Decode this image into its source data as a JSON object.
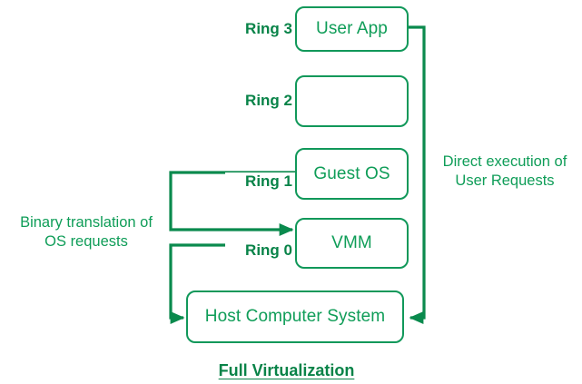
{
  "diagram": {
    "title": "Full Virtualization",
    "accent_color": "#0f9d58",
    "label_color": "#088348",
    "background_color": "#ffffff",
    "rings": [
      {
        "label": "Ring 3",
        "box_label": "User App"
      },
      {
        "label": "Ring 2",
        "box_label": ""
      },
      {
        "label": "Ring 1",
        "box_label": "Guest OS"
      },
      {
        "label": "Ring 0",
        "box_label": "VMM"
      }
    ],
    "base_node": {
      "label": "Host Computer System"
    },
    "annotations": {
      "left": "Binary translation of\nOS requests",
      "right": "Direct execution of\nUser Requests"
    },
    "connections": [
      {
        "from": "User App",
        "to": "Host Computer System",
        "label": "Direct execution of User Requests"
      },
      {
        "from": "Guest OS",
        "to": "VMM",
        "label": "Binary translation of OS requests"
      },
      {
        "from": "VMM",
        "to": "Host Computer System",
        "label": "Binary translation of OS requests"
      }
    ]
  }
}
